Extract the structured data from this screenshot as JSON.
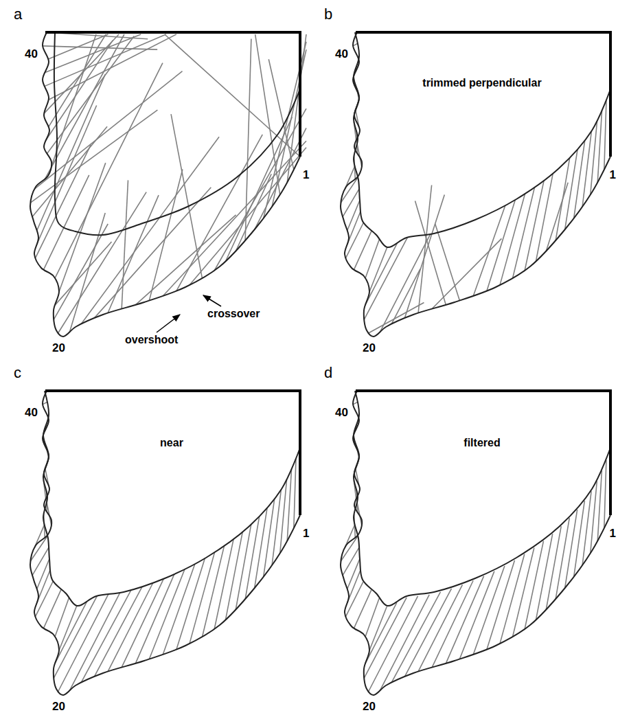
{
  "diagram": {
    "labels": [
      "a",
      "40",
      "1",
      "20",
      "overshoot",
      "crossover",
      "b",
      "trimmed perpendicular",
      "40",
      "1",
      "20",
      "c",
      "near",
      "40",
      "1",
      "20",
      "d",
      "filtered",
      "40",
      "1",
      "20"
    ]
  }
}
